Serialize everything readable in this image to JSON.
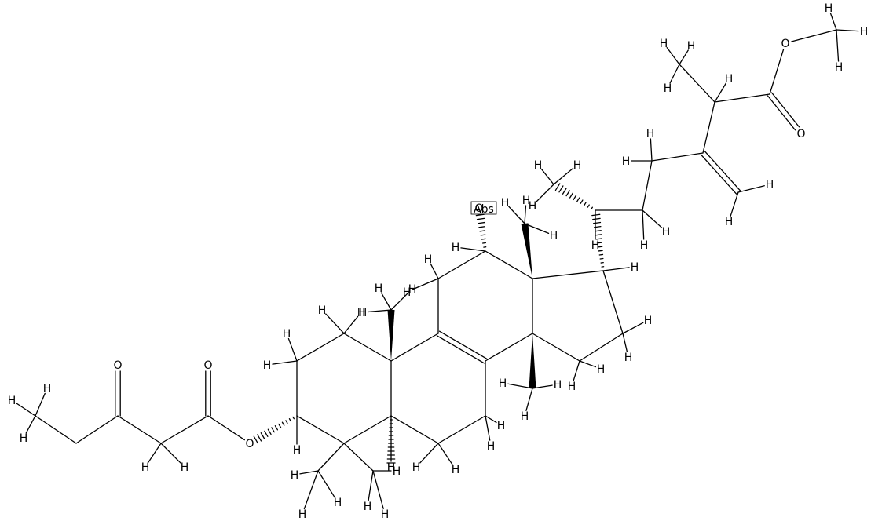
{
  "molecule": {
    "atom_labels": {
      "oxygen": "O",
      "hydrogen": "H",
      "abs_stereo": "Abs"
    },
    "colors": {
      "bond": "#000000",
      "text": "#000000",
      "background": "#ffffff"
    }
  }
}
